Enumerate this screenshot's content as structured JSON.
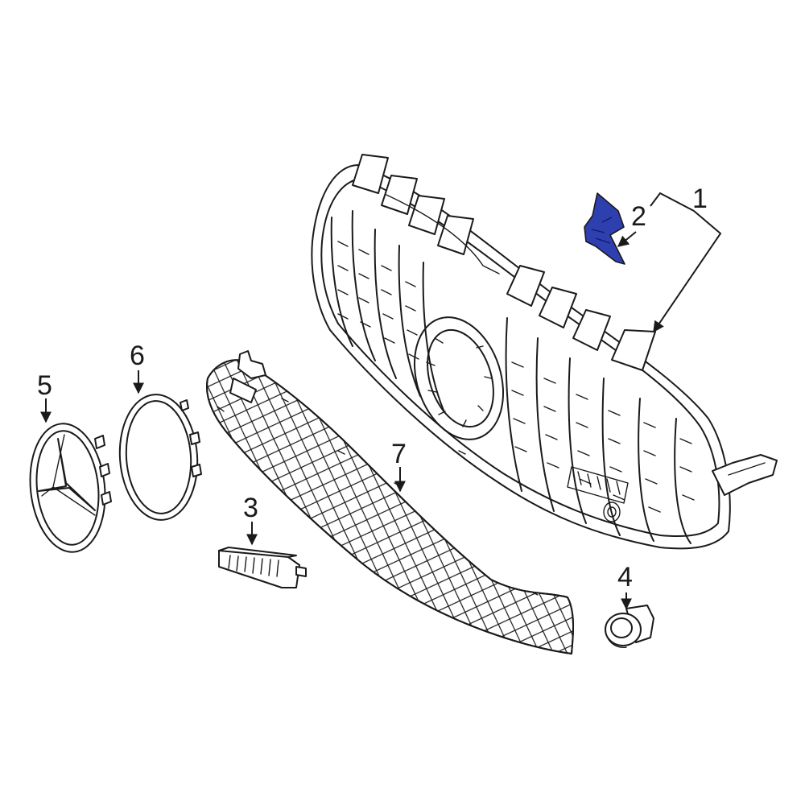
{
  "callouts": {
    "c1": "1",
    "c2": "2",
    "c3": "3",
    "c4": "4",
    "c5": "5",
    "c6": "6",
    "c7": "7"
  },
  "colors": {
    "highlight": "#2e3fb0",
    "line": "#1a1a1a",
    "background": "#ffffff"
  }
}
